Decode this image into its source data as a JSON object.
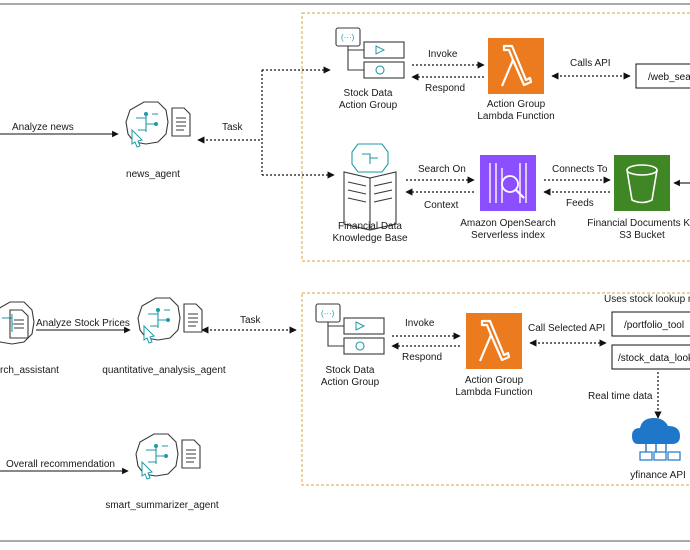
{
  "agents": {
    "news": "news_agent",
    "research": "rch_assistant",
    "quant": "quantitative_analysis_agent",
    "summarizer": "smart_summarizer_agent"
  },
  "edges": {
    "analyze_news": "Analyze news",
    "analyze_stock": "Analyze Stock Prices",
    "overall": "Overall recommendation",
    "task_top": "Task",
    "task_bottom": "Task",
    "invoke_top": "Invoke",
    "respond_top": "Respond",
    "calls_api": "Calls API",
    "search_on": "Search On",
    "context": "Context",
    "connects_to": "Connects To",
    "feeds": "Feeds",
    "invoke_bottom": "Invoke",
    "respond_bottom": "Respond",
    "call_selected_api": "Call Selected API",
    "uses_stock_lookup": "Uses stock lookup res",
    "real_time_data": "Real time data"
  },
  "nodes": {
    "action_group_top": [
      "Stock Data",
      "Action Group"
    ],
    "lambda_top": [
      "Action Group",
      "Lambda Function"
    ],
    "web_search": "/web_sea",
    "knowledge_base": [
      "Financial Data",
      "Knowledge Base"
    ],
    "opensearch": [
      "Amazon OpenSearch",
      "Serverless index"
    ],
    "s3": [
      "Financial Documents KB",
      "S3 Bucket"
    ],
    "action_group_bottom": [
      "Stock Data",
      "Action Group"
    ],
    "lambda_bottom": [
      "Action Group",
      "Lambda Function"
    ],
    "portfolio_tool": "/portfolio_tool",
    "stock_data_lookup": "/stock_data_looku",
    "yfinance": "yfinance API"
  },
  "colors": {
    "lambda_orange": "#ec7a1f",
    "opensearch_purple": "#8c4fff",
    "s3_green": "#3f8624",
    "box_border": "#d9a441",
    "cloud_blue": "#1f77c9"
  },
  "icons": {
    "agent": "agent-brain-icon",
    "document": "document-icon",
    "action_group": "action-group-icon",
    "lambda": "lambda-icon",
    "knowledge_base": "knowledge-base-book-icon",
    "opensearch": "opensearch-icon",
    "s3": "s3-bucket-icon",
    "cloud": "cloud-network-icon"
  }
}
